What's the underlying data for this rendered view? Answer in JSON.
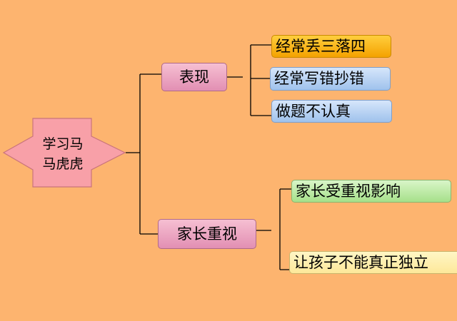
{
  "background": "#fdb46f",
  "line_color": "#000000",
  "central": {
    "line1": "学习马",
    "line2": "马虎虎",
    "fill": "#f8a0a8",
    "stroke": "#c9747c"
  },
  "branches": {
    "biaoxian": {
      "label": "表现",
      "children": [
        "经常丢三落四",
        "经常写错抄错",
        "做题不认真"
      ]
    },
    "jiazhang": {
      "label": "家长重视",
      "children": [
        "家长受重视影响",
        "让孩子不能真正独立"
      ]
    }
  }
}
